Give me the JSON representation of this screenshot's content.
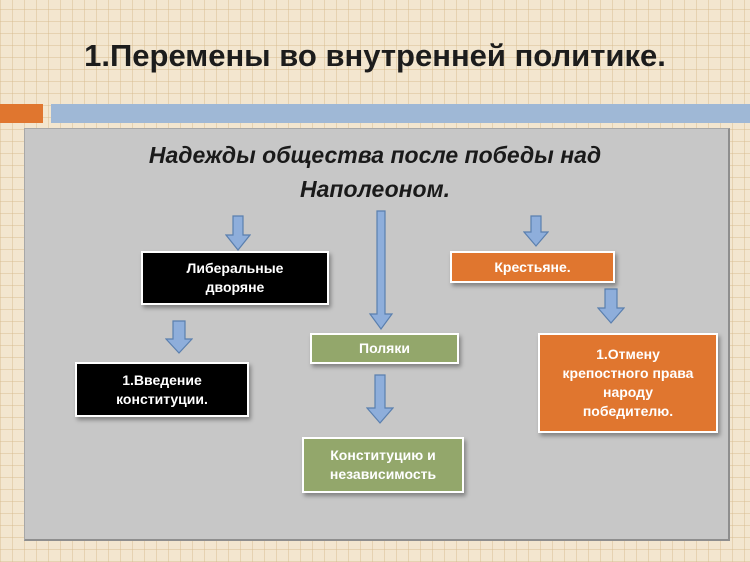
{
  "slide": {
    "title": "1.Перемены во внутренней политике.",
    "heading_line1": "Надежды общества после победы над",
    "heading_line2": "Наполеоном."
  },
  "nodes": {
    "liberal_nobles": "Либеральные дворяне",
    "introduce_constitution": "1.Введение конституции.",
    "poles": "Поляки",
    "constitution_independence": "Конституцию и независимость",
    "peasants": "Крестьяне.",
    "abolish_serfdom": "1.Отмену крепостного права народу победителю."
  },
  "colors": {
    "accent_orange": "#e0762f",
    "accent_blue": "#9fb8d6",
    "arrow_fill": "#8eaedb",
    "box_green": "#93a76b",
    "box_orange": "#e0762f",
    "box_black": "#000000"
  },
  "icons": [
    "down-arrow-icon"
  ]
}
